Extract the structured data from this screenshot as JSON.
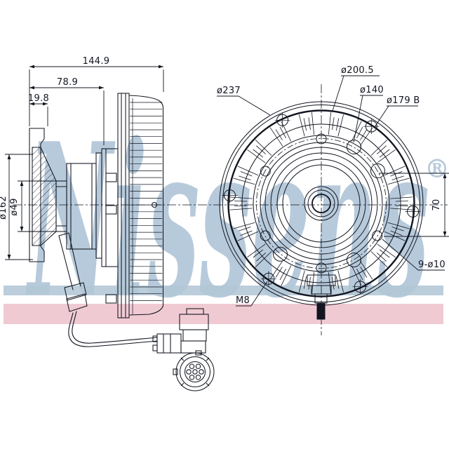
{
  "watermark": {
    "brand": "Nissens",
    "registered_mark": "®"
  },
  "colors": {
    "watermark": "#b4c8da",
    "band_blue": "#b3c7d6",
    "band_pink": "#eec4ce"
  },
  "side_view": {
    "dim_total_width": "144.9",
    "dim_mid_width": "78.9",
    "dim_flange_width": "19.8",
    "dim_flange_diameter": "ø162",
    "dim_shaft_diameter": "ø49"
  },
  "front_view": {
    "dim_outer_diameter": "ø237",
    "dim_ring_diameter": "ø200.5",
    "dim_bolt_circle_diameter": "ø140",
    "dim_datum_diameter": "ø179 B",
    "dim_vertical_offset": "70",
    "dim_bolt_holes": "9-ø10",
    "dim_thread": "M8"
  }
}
